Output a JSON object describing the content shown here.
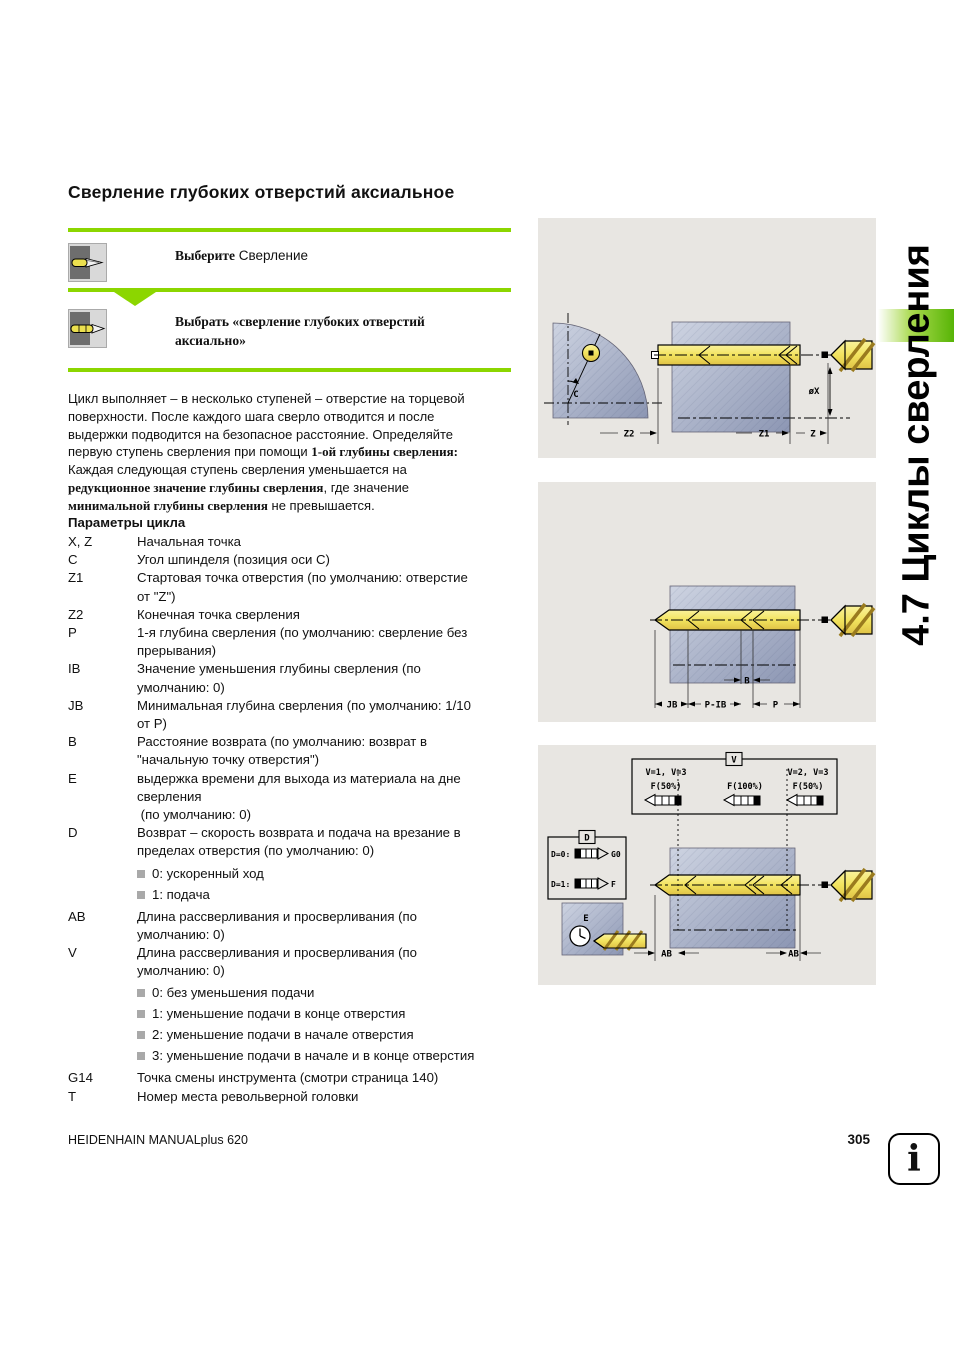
{
  "page": {
    "title": "Сверление глубоких отверстий аксиальное",
    "sidebar_label": "4.7 Циклы сверления",
    "footer_left": "HEIDENHAIN MANUALplus 620",
    "page_number": "305",
    "info_icon": "i"
  },
  "steps": [
    {
      "lines": [
        [
          {
            "t": "Выберите",
            "b": true
          },
          {
            "t": " Сверление",
            "b": false
          }
        ]
      ]
    },
    {
      "lines": [
        [
          {
            "t": "Выбрать «сверление глубоких отверстий",
            "b": true
          }
        ],
        [
          {
            "t": "аксиально»",
            "b": true
          }
        ]
      ]
    }
  ],
  "intro": {
    "lines": [
      [
        {
          "t": "Цикл выполняет – в несколько ступеней – отверстие на торцевой",
          "b": false
        }
      ],
      [
        {
          "t": "поверхности. После каждого шага сверло отводится и после",
          "b": false
        }
      ],
      [
        {
          "t": "выдержки подводится на безопасное расстояние. Определяйте",
          "b": false
        }
      ],
      [
        {
          "t": "первую ступень сверления при помощи ",
          "b": false
        },
        {
          "t": "1-ой глубины сверления:",
          "b": true
        }
      ],
      [
        {
          "t": "Каждая следующая ступень сверления уменьшается на",
          "b": false
        }
      ],
      [
        {
          "t": "редукционное значение глубины сверления",
          "b": true
        },
        {
          "t": ", где значение",
          "b": false
        }
      ],
      [
        {
          "t": "минимальной глубины сверления",
          "b": true
        },
        {
          "t": " не превышается.",
          "b": false
        }
      ]
    ]
  },
  "parameters": {
    "heading": "Параметры цикла",
    "rows": [
      {
        "key": "X, Z",
        "desc": "Начальная точка"
      },
      {
        "key": "C",
        "desc": "Угол шпинделя (позиция оси C)"
      },
      {
        "key": "Z1",
        "desc": "Стартовая точка отверстия (по умолчанию: отверстие\nот \"Z\")"
      },
      {
        "key": "Z2",
        "desc": "Конечная точка сверления"
      },
      {
        "key": "P",
        "desc": "1-я глубина сверления (по умолчанию: сверление без\nпрерывания)"
      },
      {
        "key": "IB",
        "desc": "Значение уменьшения глубины сверления (по\nумолчанию: 0)"
      },
      {
        "key": "JB",
        "desc": "Минимальная глубина сверления (по умолчанию: 1/10\nот P)"
      },
      {
        "key": "B",
        "desc": "Расстояние возврата (по умолчанию: возврат в\n\"начальную точку отверстия\")"
      },
      {
        "key": "E",
        "desc": "выдержка времени для выхода из материала на дне\nсверления\n (по умолчанию: 0)"
      },
      {
        "key": "D",
        "desc": "Возврат – скорость возврата и подача на врезание в\nпределах отверстия (по умолчанию: 0)",
        "bullets": [
          "0: ускоренный ход",
          "1: подача"
        ]
      },
      {
        "key": "AB",
        "desc": "Длина рассверливания и просверливания (по\nумолчанию: 0)"
      },
      {
        "key": "V",
        "desc": "Длина рассверливания и просверливания (по\nумолчанию: 0)",
        "bullets": [
          "0: без уменьшения подачи",
          "1: уменьшение подачи в конце отверстия",
          "2: уменьшение подачи в начале отверстия",
          "3: уменьшение подачи в начале и в конце отверстия"
        ]
      },
      {
        "key": "G14",
        "desc": "Точка смены инструмента (смотри страница 140)"
      },
      {
        "key": "T",
        "desc": "Номер места револьверной головки"
      }
    ]
  },
  "diagrams": {
    "axial": {
      "c": "C",
      "z2": "Z2",
      "z1": "Z1",
      "z": "Z",
      "dx": "øX"
    },
    "depth": {
      "jb": "JB",
      "pib": "P-IB",
      "b": "B",
      "p": "P"
    },
    "feed": {
      "v_tab": "V",
      "v_left_cond": "V=1, V=3",
      "v_left_f": "F(50%)",
      "v_mid_f": "F(100%)",
      "v_right_cond": "V=2, V=3",
      "v_right_f": "F(50%)",
      "d_tab": "D",
      "d_row1": "D=0:",
      "d_row1_val": "G0",
      "d_row2": "D=1:",
      "d_row2_val": "F",
      "e": "E",
      "ab_left": "AB",
      "ab_right": "AB"
    }
  },
  "colors": {
    "green": "#8CD600",
    "diagram_bg": "#E8E6E2",
    "block_blue": "#9AA3BE",
    "drill_yellow": "#F2E35E"
  }
}
